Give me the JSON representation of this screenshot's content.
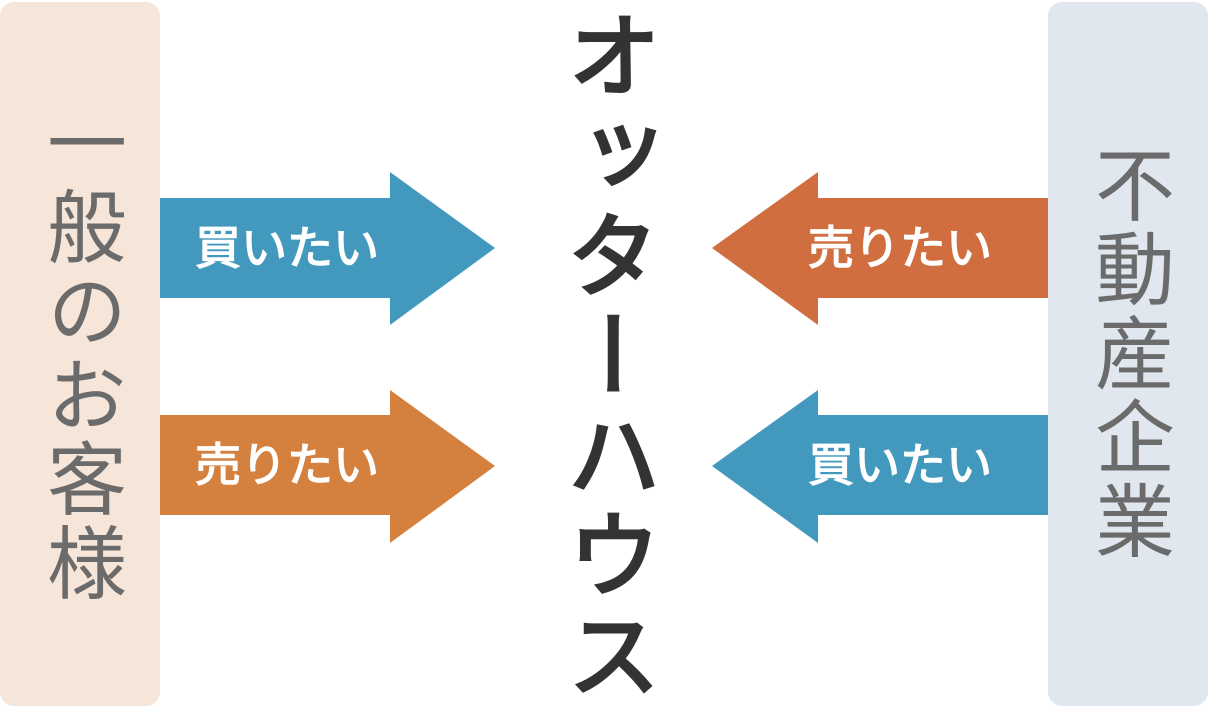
{
  "left_panel": {
    "label": "一般のお客様"
  },
  "right_panel": {
    "label": "不動産企業"
  },
  "center": {
    "label": "オッターハウス"
  },
  "arrows": {
    "left_top": {
      "label": "買いたい",
      "color": "#4399bd"
    },
    "left_bottom": {
      "label": "売りたい",
      "color": "#d4803f"
    },
    "right_top": {
      "label": "売りたい",
      "color": "#d06e40"
    },
    "right_bottom": {
      "label": "買いたい",
      "color": "#4399bd"
    }
  }
}
